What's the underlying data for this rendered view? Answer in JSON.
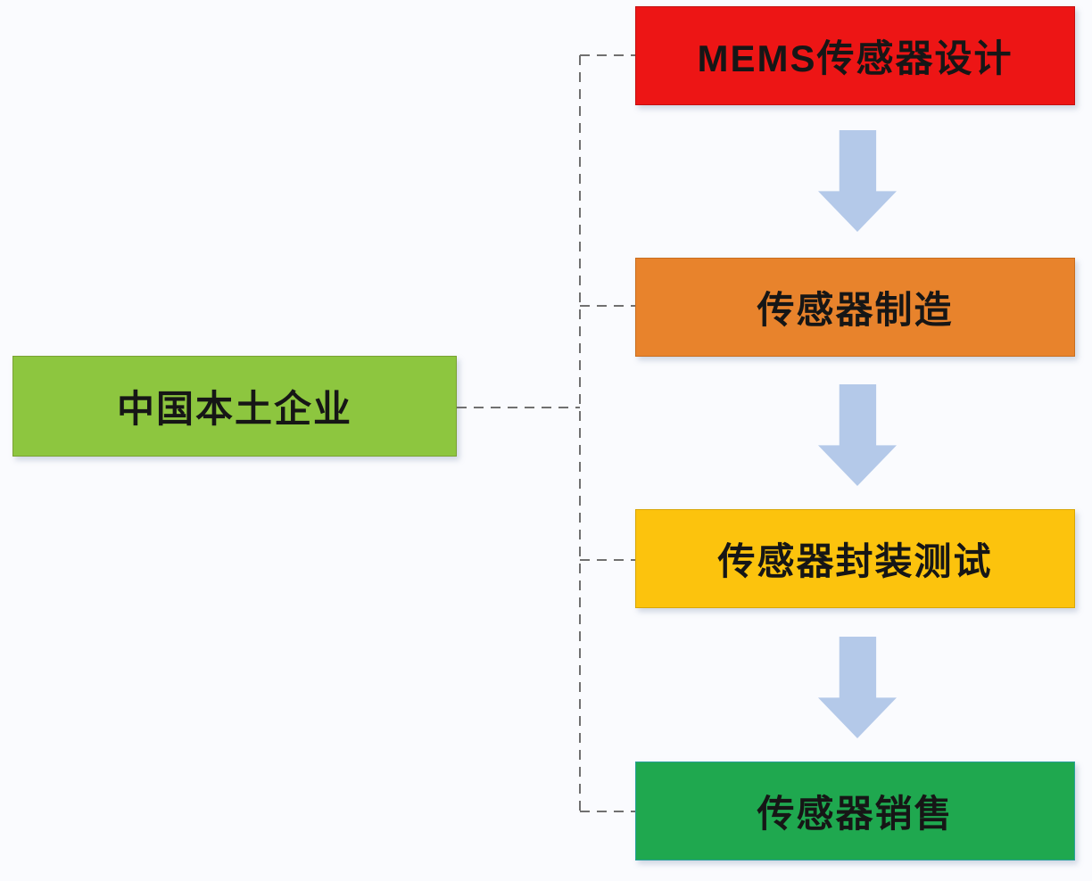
{
  "diagram": {
    "background_color": "#fafbfe",
    "source": {
      "label": "中国本土企业",
      "color": "#8dc63f"
    },
    "stages": [
      {
        "label": "MEMS传感器设计",
        "color": "#ed1515"
      },
      {
        "label": "传感器制造",
        "color": "#e8832c"
      },
      {
        "label": "传感器封装测试",
        "color": "#fcc30d"
      },
      {
        "label": "传感器销售",
        "color": "#1fa84f"
      }
    ],
    "arrow_color": "#b4c9e9",
    "connector_color": "#707070",
    "text_color": "#161616"
  }
}
